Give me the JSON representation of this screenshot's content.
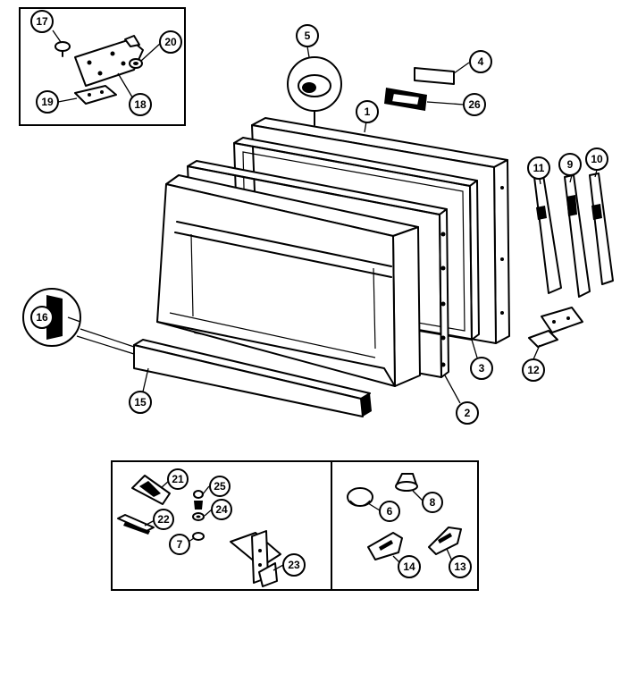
{
  "diagram": {
    "callouts": {
      "c17": "17",
      "c20a": "20",
      "c19": "19",
      "c18": "18",
      "c5": "5",
      "c4": "4",
      "c26": "26",
      "c1": "1",
      "c11": "11",
      "c9": "9",
      "c10": "10",
      "c12": "12",
      "c16": "16",
      "c15": "15",
      "c3": "3",
      "c2": "2",
      "c21": "21",
      "c25": "25",
      "c24": "24",
      "c22": "22",
      "c7": "7",
      "c23": "23",
      "c6": "6",
      "c8": "8",
      "c14": "14",
      "c13": "13"
    }
  }
}
